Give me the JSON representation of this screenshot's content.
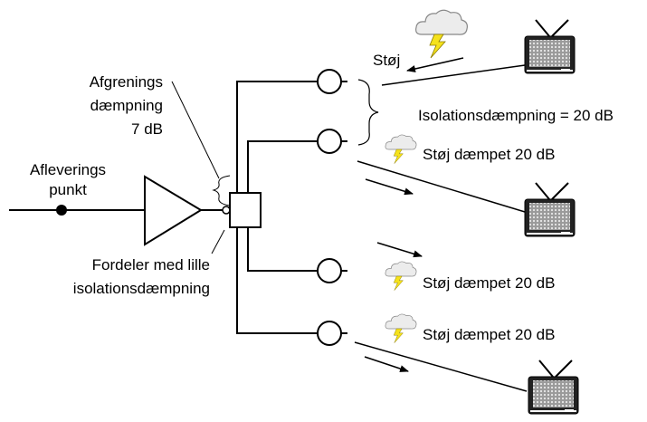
{
  "labels": {
    "afleverings_line1": "Afleverings",
    "afleverings_line2": "punkt",
    "afgrenings_line1": "Afgrenings",
    "afgrenings_line2": "dæmpning",
    "afgrenings_line3": "7 dB",
    "fordeler_line1": "Fordeler med lille",
    "fordeler_line2": "isolationsdæmpning",
    "stoj": "Støj",
    "isolation": "Isolationsdæmpning = 20 dB",
    "stoj_daempet_1": "Støj dæmpet 20 dB",
    "stoj_daempet_2": "Støj dæmpet 20 dB",
    "stoj_daempet_3": "Støj dæmpet 20 dB"
  },
  "icons": {
    "storm": "thunderstorm-cloud-icon",
    "tv": "television-icon",
    "amplifier": "amplifier-triangle-icon",
    "tap": "tap-outlet-circle-icon"
  },
  "colors": {
    "line": "#000000",
    "bolt": "#f5e21c",
    "cloud": "#ececec",
    "screen": "#8a8a8a"
  }
}
